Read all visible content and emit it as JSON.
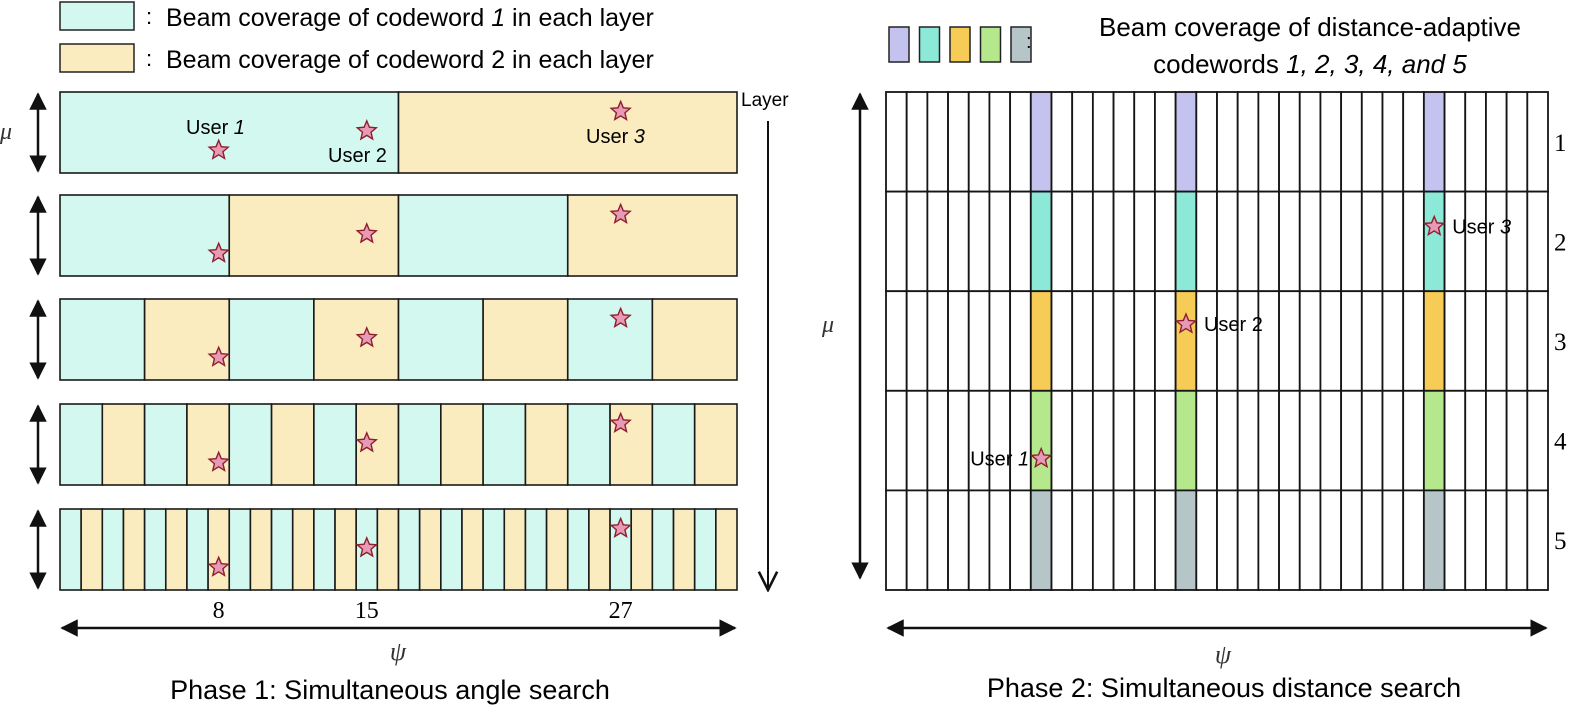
{
  "colors": {
    "codeword1": "#d3f8ef",
    "codeword2": "#fbecc0",
    "distance_codewords": [
      "#c4c2ee",
      "#8ce9d8",
      "#f6cc57",
      "#b5e78c",
      "#b6c6c8"
    ],
    "star_fill": "#e79ab6",
    "star_stroke": "#8d1f2e",
    "grid_line": "#111111"
  },
  "phase1": {
    "legend": [
      {
        "prefix": "Beam coverage of codeword ",
        "index": "1",
        "suffix": " in each layer",
        "color_key": "codeword1"
      },
      {
        "prefix": "Beam coverage of codeword ",
        "index": "2",
        "suffix": " in each layer",
        "color_key": "codeword2"
      }
    ],
    "legend_separator": ":",
    "mu_label": "μ",
    "psi_label": "ψ",
    "layer_label": "Layer",
    "num_angle_bins": 32,
    "layers": [
      {
        "layer": 1,
        "segments": 2
      },
      {
        "layer": 2,
        "segments": 4
      },
      {
        "layer": 3,
        "segments": 8
      },
      {
        "layer": 4,
        "segments": 16
      },
      {
        "layer": 5,
        "segments": 32
      }
    ],
    "users": [
      {
        "name": "User",
        "index": "1",
        "index_italic": true,
        "angle_index": 8,
        "mu_fraction": 0.72
      },
      {
        "name": "User",
        "index": "2",
        "index_italic": false,
        "angle_index": 15,
        "mu_fraction": 0.48
      },
      {
        "name": "User",
        "index": "3",
        "index_italic": true,
        "angle_index": 27,
        "mu_fraction": 0.24
      }
    ],
    "tick_labels": [
      "8",
      "15",
      "27"
    ],
    "caption": "Phase 1: Simultaneous angle search"
  },
  "phase2": {
    "legend_line1": "Beam coverage of distance-adaptive",
    "legend_line2_prefix": "codewords ",
    "legend_line2_italic": "1, 2, 3, 4, and 5",
    "legend_separator": ":",
    "mu_label": "μ",
    "psi_label": "ψ",
    "num_columns": 32,
    "row_labels": [
      "1",
      "2",
      "3",
      "4",
      "5"
    ],
    "highlighted_columns": [
      8,
      15,
      27
    ],
    "users": [
      {
        "name": "User",
        "index": "1",
        "index_italic": true,
        "column": 8,
        "row": 4,
        "row_fraction": 0.68,
        "label_side": "left"
      },
      {
        "name": "User",
        "index": "2",
        "index_italic": false,
        "column": 15,
        "row": 3,
        "row_fraction": 0.33,
        "label_side": "right"
      },
      {
        "name": "User",
        "index": "3",
        "index_italic": true,
        "column": 27,
        "row": 2,
        "row_fraction": 0.35,
        "label_side": "right"
      }
    ],
    "caption": "Phase 2: Simultaneous distance search"
  }
}
